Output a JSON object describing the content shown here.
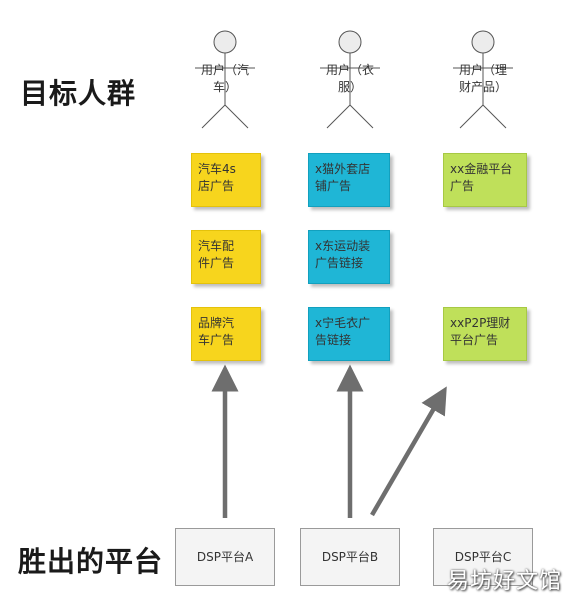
{
  "labels": {
    "target": "目标人群",
    "platforms": "胜出的平台"
  },
  "actors": [
    {
      "line1": "用户（汽",
      "line2": "车）"
    },
    {
      "line1": "用户（衣",
      "line2": "服）"
    },
    {
      "line1": "用户（理",
      "line2": "财产品）"
    }
  ],
  "notes": {
    "col1": [
      {
        "line1": "汽车4s",
        "line2": "店广告"
      },
      {
        "line1": "汽车配",
        "line2": "件广告"
      },
      {
        "line1": "品牌汽",
        "line2": "车广告"
      }
    ],
    "col2": [
      {
        "line1": "x猫外套店",
        "line2": "铺广告"
      },
      {
        "line1": "x东运动装",
        "line2": "广告链接"
      },
      {
        "line1": "x宁毛衣广",
        "line2": "告链接"
      }
    ],
    "col3": [
      {
        "line1": "xx金融平台",
        "line2": "广告"
      },
      {
        "line1": "xxP2P理财",
        "line2": "平台广告"
      }
    ]
  },
  "platforms": [
    "DSP平台A",
    "DSP平台B",
    "DSP平台C"
  ],
  "watermark": "易坊好文馆",
  "colors": {
    "yellow": "#f7d51d",
    "blue": "#1fb6d6",
    "green": "#bfe05a",
    "arrow": "#6e6e6e"
  }
}
